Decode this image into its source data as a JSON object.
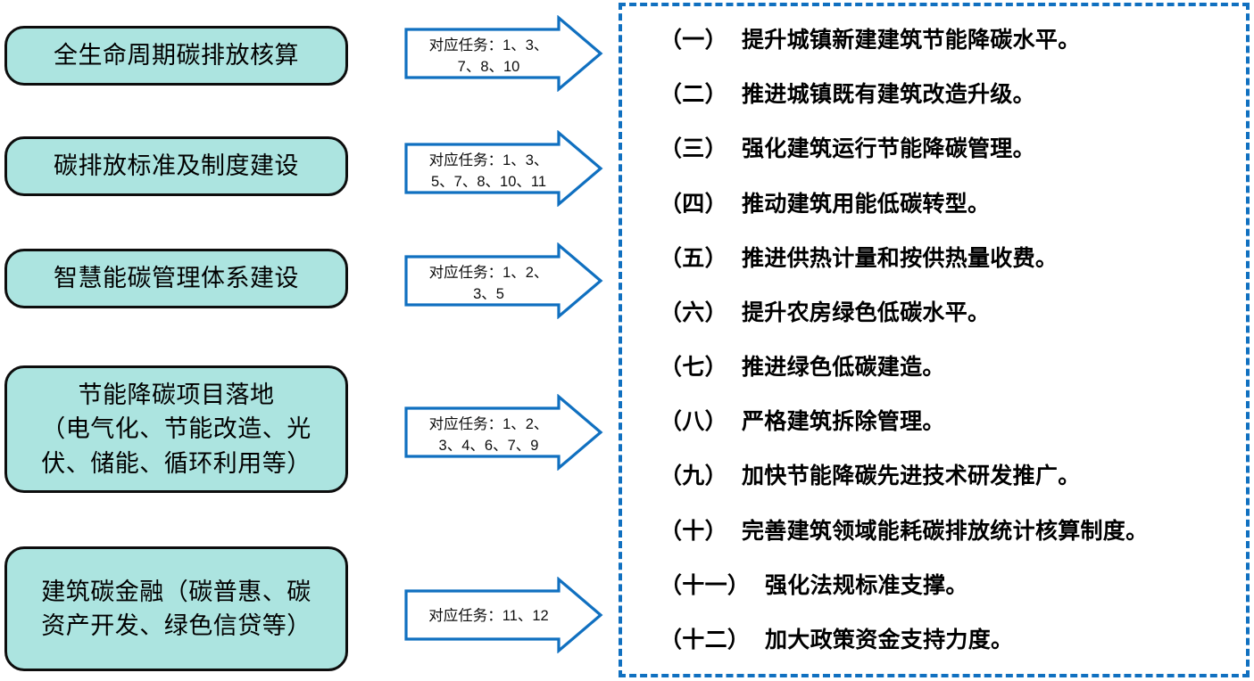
{
  "colors": {
    "box_fill": "#ACE4E0",
    "box_stroke": "#0d0d0d",
    "arrow_stroke": "#1070C0",
    "panel_border": "#1070C0",
    "text": "#000000"
  },
  "capabilities": [
    {
      "label": "全生命周期碳排放核算"
    },
    {
      "label": "碳排放标准及制度建设"
    },
    {
      "label": "智慧能碳管理体系建设"
    },
    {
      "label": "节能降碳项目落地\n（电气化、节能改造、光\n伏、储能、循环利用等）"
    },
    {
      "label": "建筑碳金融（碳普惠、碳\n资产开发、绿色信贷等）"
    }
  ],
  "arrows": [
    {
      "label": "对应任务：1、3、\n7、8、10"
    },
    {
      "label": "对应任务：1、3、\n5、7、8、10、11"
    },
    {
      "label": "对应任务：1、2、\n3、5"
    },
    {
      "label": "对应任务：1、2、\n3、4、6、7、9"
    },
    {
      "label": "对应任务：11、12"
    }
  ],
  "tasks": [
    {
      "index": "（一）",
      "text": "提升城镇新建建筑节能降碳水平。"
    },
    {
      "index": "（二）",
      "text": "推进城镇既有建筑改造升级。"
    },
    {
      "index": "（三）",
      "text": "强化建筑运行节能降碳管理。"
    },
    {
      "index": "（四）",
      "text": "推动建筑用能低碳转型。"
    },
    {
      "index": "（五）",
      "text": "推进供热计量和按供热量收费。"
    },
    {
      "index": "（六）",
      "text": "提升农房绿色低碳水平。"
    },
    {
      "index": "（七）",
      "text": "推进绿色低碳建造。"
    },
    {
      "index": "（八）",
      "text": "严格建筑拆除管理。"
    },
    {
      "index": "（九）",
      "text": "加快节能降碳先进技术研发推广。"
    },
    {
      "index": "（十）",
      "text": "完善建筑领域能耗碳排放统计核算制度。"
    },
    {
      "index": "（十一）",
      "text": "强化法规标准支撑。"
    },
    {
      "index": "（十二）",
      "text": "加大政策资金支持力度。"
    }
  ]
}
